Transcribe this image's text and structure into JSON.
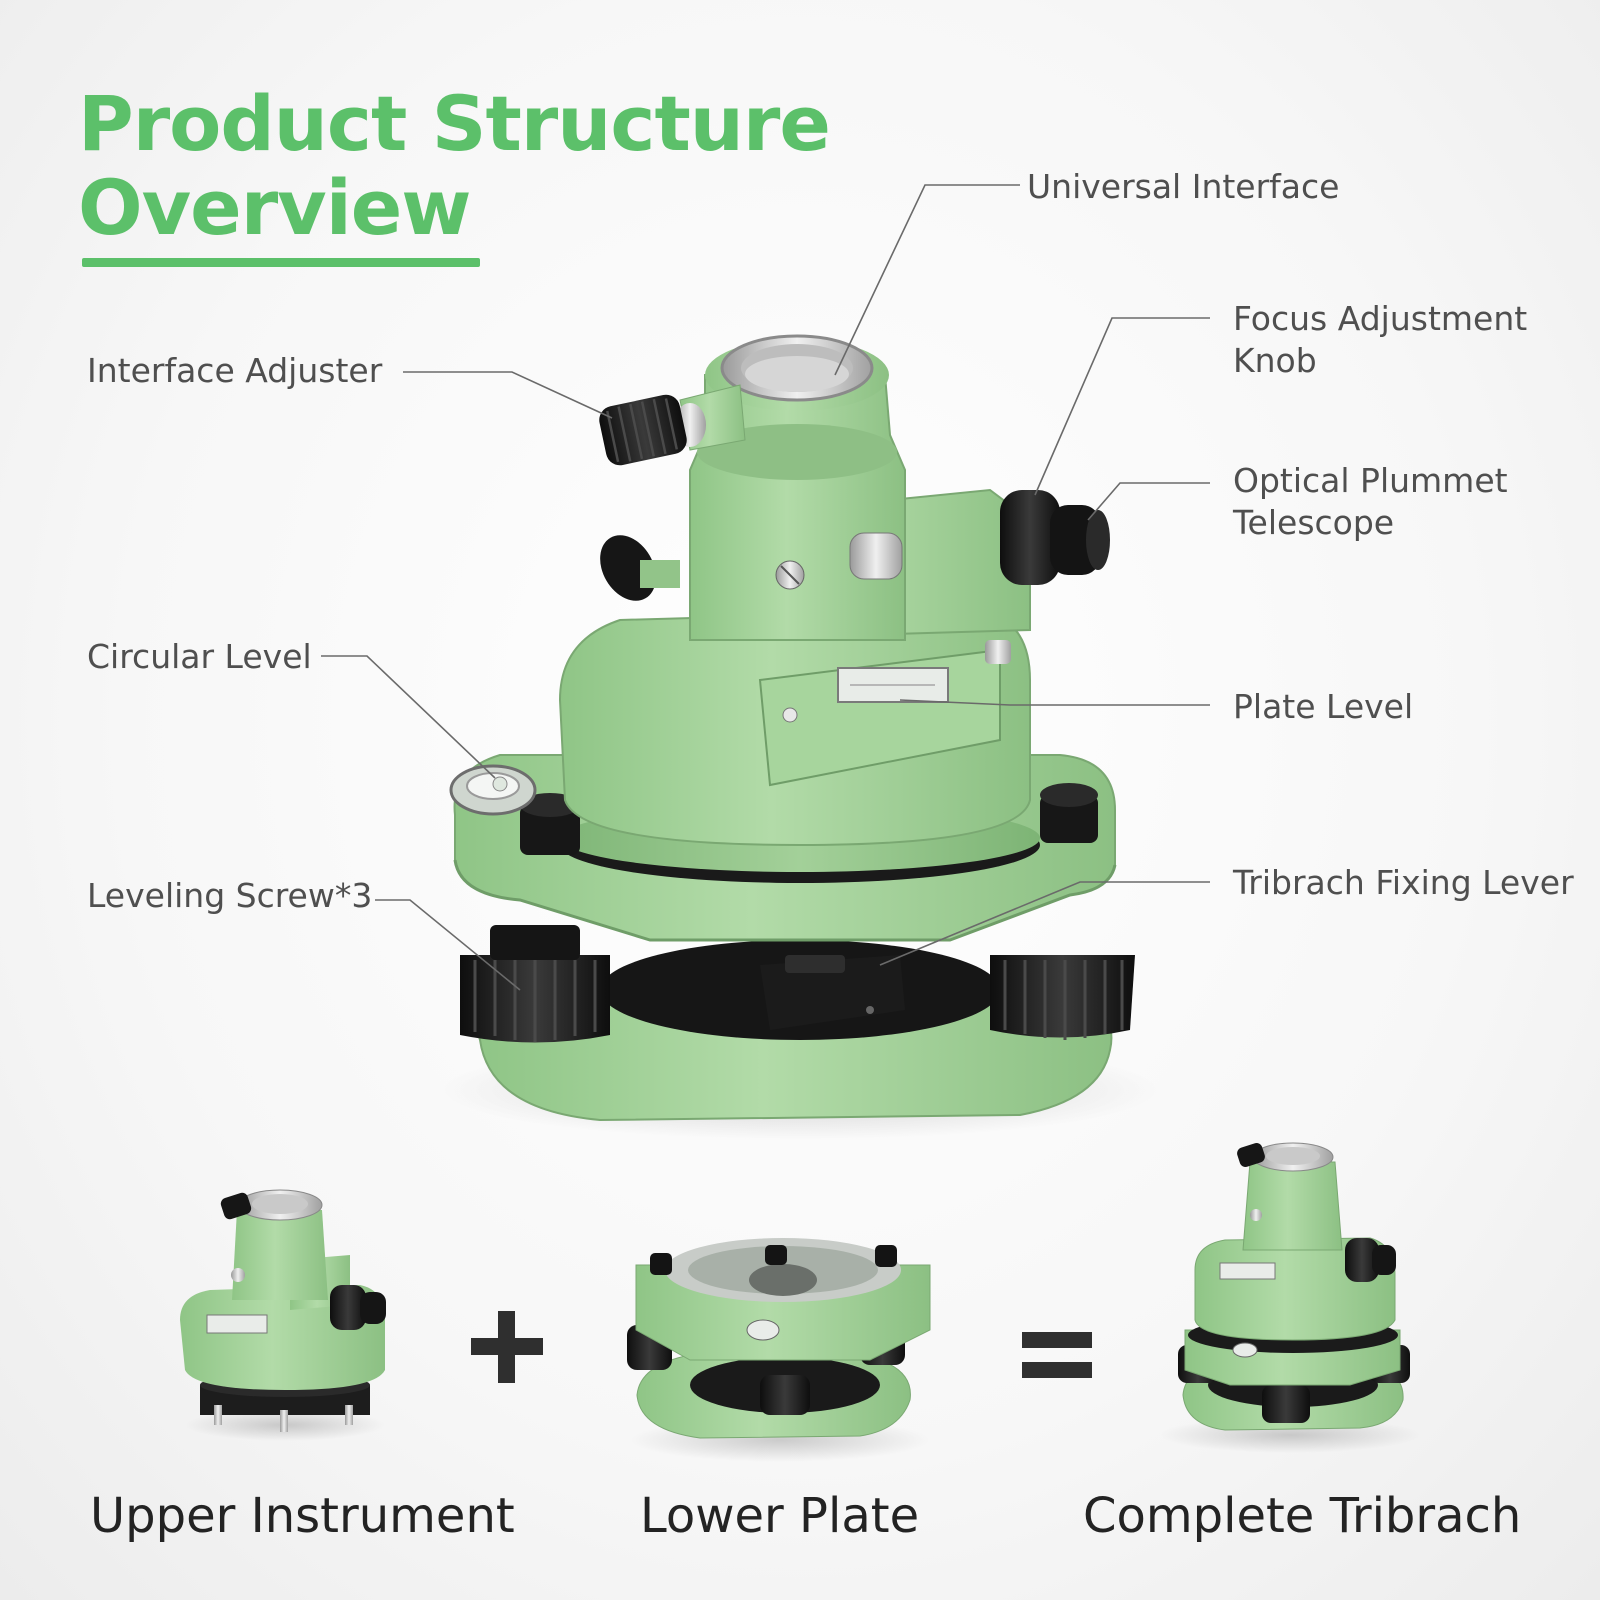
{
  "title": {
    "line1": "Product Structure",
    "line2": "Overview"
  },
  "callouts": {
    "universal_interface": "Universal Interface",
    "interface_adjuster": "Interface Adjuster",
    "focus_knob_line1": "Focus Adjustment",
    "focus_knob_line2": "Knob",
    "plummet_line1": "Optical Plummet",
    "plummet_line2": "Telescope",
    "circular_level": "Circular Level",
    "plate_level": "Plate Level",
    "leveling_screw": "Leveling Screw*3",
    "fixing_lever": "Tribrach Fixing Lever"
  },
  "assembly": {
    "upper_instrument": "Upper Instrument",
    "plus": "+",
    "lower_plate": "Lower Plate",
    "equals": "=",
    "complete_tribrach": "Complete Tribrach"
  },
  "colors": {
    "brand_green": "#5cc06a",
    "body_green": "#a6d39c",
    "knob_black": "#1d1d1d",
    "leader_line": "#6a6a6a"
  }
}
